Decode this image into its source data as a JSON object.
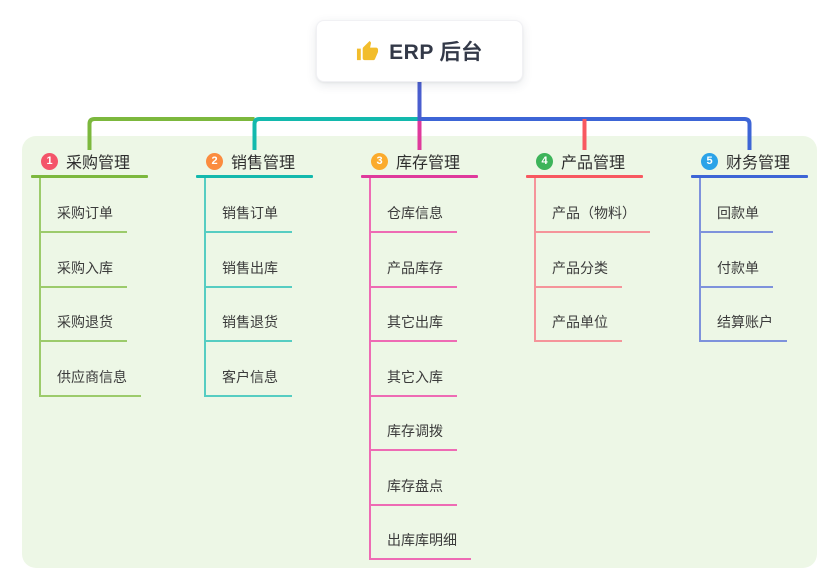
{
  "root": {
    "label": "ERP 后台",
    "icon": "thumbs-up-icon"
  },
  "colors": {
    "page_bg": "#ffffff",
    "panel_bg": "#edf7e6",
    "root_connector": "#4a5ecf",
    "title_text": "#2e2e2e",
    "child_text": "#3b3b3b",
    "thumb_icon": "#f2bd2c"
  },
  "branches": [
    {
      "key": "purchase",
      "badge": "1",
      "label": "采购管理",
      "badge_color": "#f4556a",
      "bar_color": "#7cb83d",
      "line_color": "#9ccb6b",
      "children": [
        "采购订单",
        "采购入库",
        "采购退货",
        "供应商信息"
      ]
    },
    {
      "key": "sales",
      "badge": "2",
      "label": "销售管理",
      "badge_color": "#fb8c3f",
      "bar_color": "#13b9ad",
      "line_color": "#56cdc2",
      "children": [
        "销售订单",
        "销售出库",
        "销售退货",
        "客户信息"
      ]
    },
    {
      "key": "inventory",
      "badge": "3",
      "label": "库存管理",
      "badge_color": "#fbab2c",
      "bar_color": "#df3a9c",
      "line_color": "#ee6bb4",
      "children": [
        "仓库信息",
        "产品库存",
        "其它出库",
        "其它入库",
        "库存调拨",
        "库存盘点",
        "出库库明细"
      ]
    },
    {
      "key": "product",
      "badge": "4",
      "label": "产品管理",
      "badge_color": "#3db45a",
      "bar_color": "#f85860",
      "line_color": "#f5949a",
      "children": [
        "产品（物料）",
        "产品分类",
        "产品单位"
      ]
    },
    {
      "key": "finance",
      "badge": "5",
      "label": "财务管理",
      "badge_color": "#2ba3e8",
      "bar_color": "#3d65d6",
      "line_color": "#7e92dc",
      "children": [
        "回款单",
        "付款单",
        "结算账户"
      ]
    }
  ]
}
